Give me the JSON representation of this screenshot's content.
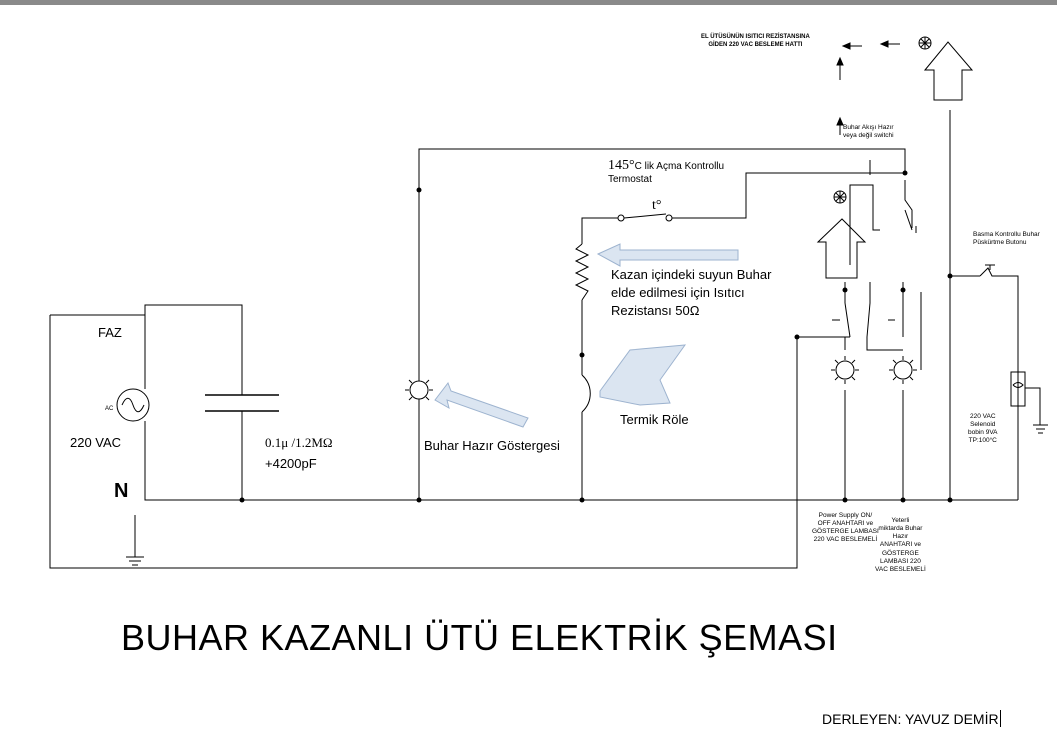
{
  "diagram": {
    "title": "BUHAR KAZANLI ÜTÜ ELEKTRİK ŞEMASI",
    "author": "DERLEYEN: YAVUZ DEMİR",
    "labels": {
      "faz": "FAZ",
      "ac": "AC",
      "supply_voltage": "220 VAC",
      "neutral": "N",
      "capacitor_line1": "0.1μ /1.2MΩ",
      "capacitor_line2": "+4200pF",
      "steam_ready_indicator": "Buhar Hazır Göstergesi",
      "thermostat_temp": "145°",
      "thermostat_line1": "C lik Açma Kontrollu",
      "thermostat_line2": "Termostat",
      "thermostat_symbol": "t°",
      "heater_line1": "Kazan içindeki suyun Buhar",
      "heater_line2": "elde edilmesi için Isıtıcı",
      "heater_line3": "Rezistansı 50Ω",
      "thermal_relay": "Termik Röle",
      "iron_feed_line1": "EL ÜTÜSÜNÜN ISITICI REZİSTANSINA",
      "iron_feed_line2": "GİDEN 220 VAC BESLEME HATTI",
      "steam_flow_line1": "Buhar Akışı Hazır",
      "steam_flow_line2": "veya değil switchi",
      "push_button_line1": "Basma Kontrollu Buhar",
      "push_button_line2": "Püskürtme Butonu",
      "solenoid_line1": "220 VAC",
      "solenoid_line2": "Selenoid",
      "solenoid_line3": "bobin 9VA",
      "solenoid_line4": "TP:100°C",
      "power_switch_line1": "Power Supply ON/",
      "power_switch_line2": "OFF ANAHTARI ve",
      "power_switch_line3": "GÖSTERGE LAMBASI",
      "power_switch_line4": "220 VAC BESLEMELİ",
      "steam_switch_line1": "Yeterli",
      "steam_switch_line2": "miktarda Buhar",
      "steam_switch_line3": "Hazır",
      "steam_switch_line4": "ANAHTARI ve",
      "steam_switch_line5": "GÖSTERGE",
      "steam_switch_line6": "LAMBASI 220",
      "steam_switch_line7": "VAC BESLEMELİ"
    }
  }
}
